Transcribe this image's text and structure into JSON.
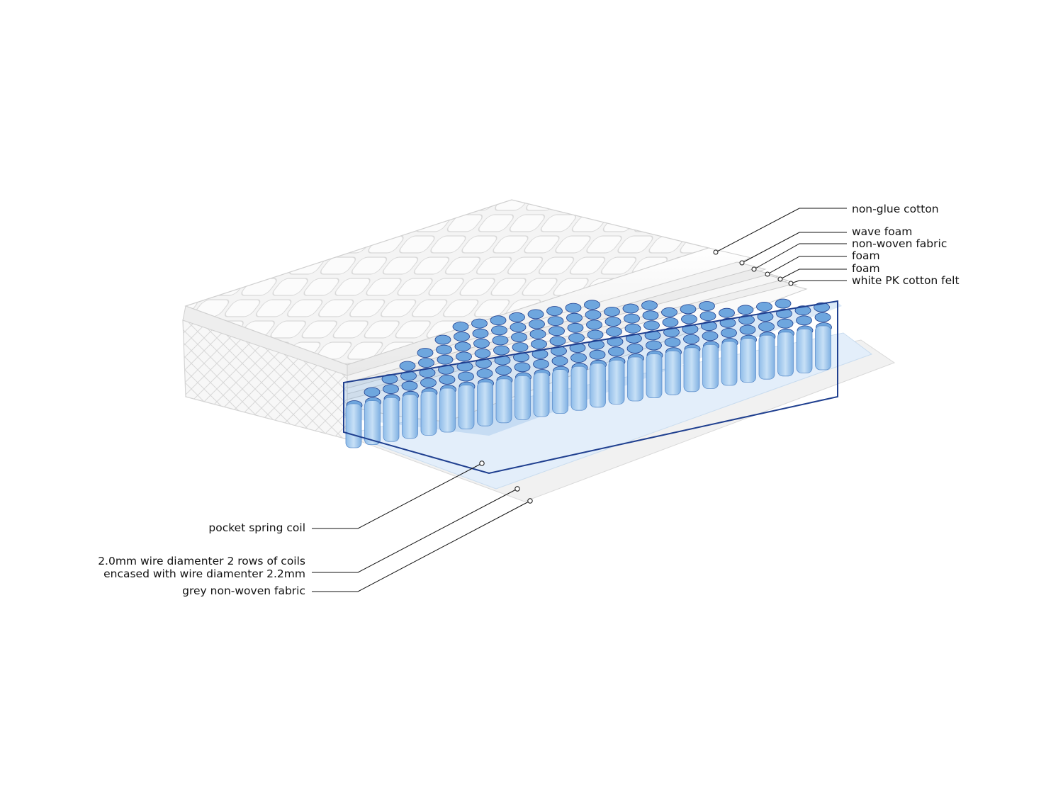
{
  "labels_right": [
    "non-glue cotton",
    "wave foam",
    "non-woven fabric",
    "foam",
    "foam",
    "white PK cotton felt"
  ],
  "labels_left": [
    "pocket spring coil",
    "2.0mm wire diamenter 2 rows of coils",
    "encased with wire diamenter 2.2mm",
    "grey non-woven fabric"
  ],
  "colors": {
    "background": "#ffffff",
    "spring_light": "#a9cdef",
    "spring_mid": "#6ea6de",
    "spring_dark": "#1f3f8f",
    "quilt_white": "#f6f6f6",
    "base_fabric": "#e8f1fb"
  }
}
